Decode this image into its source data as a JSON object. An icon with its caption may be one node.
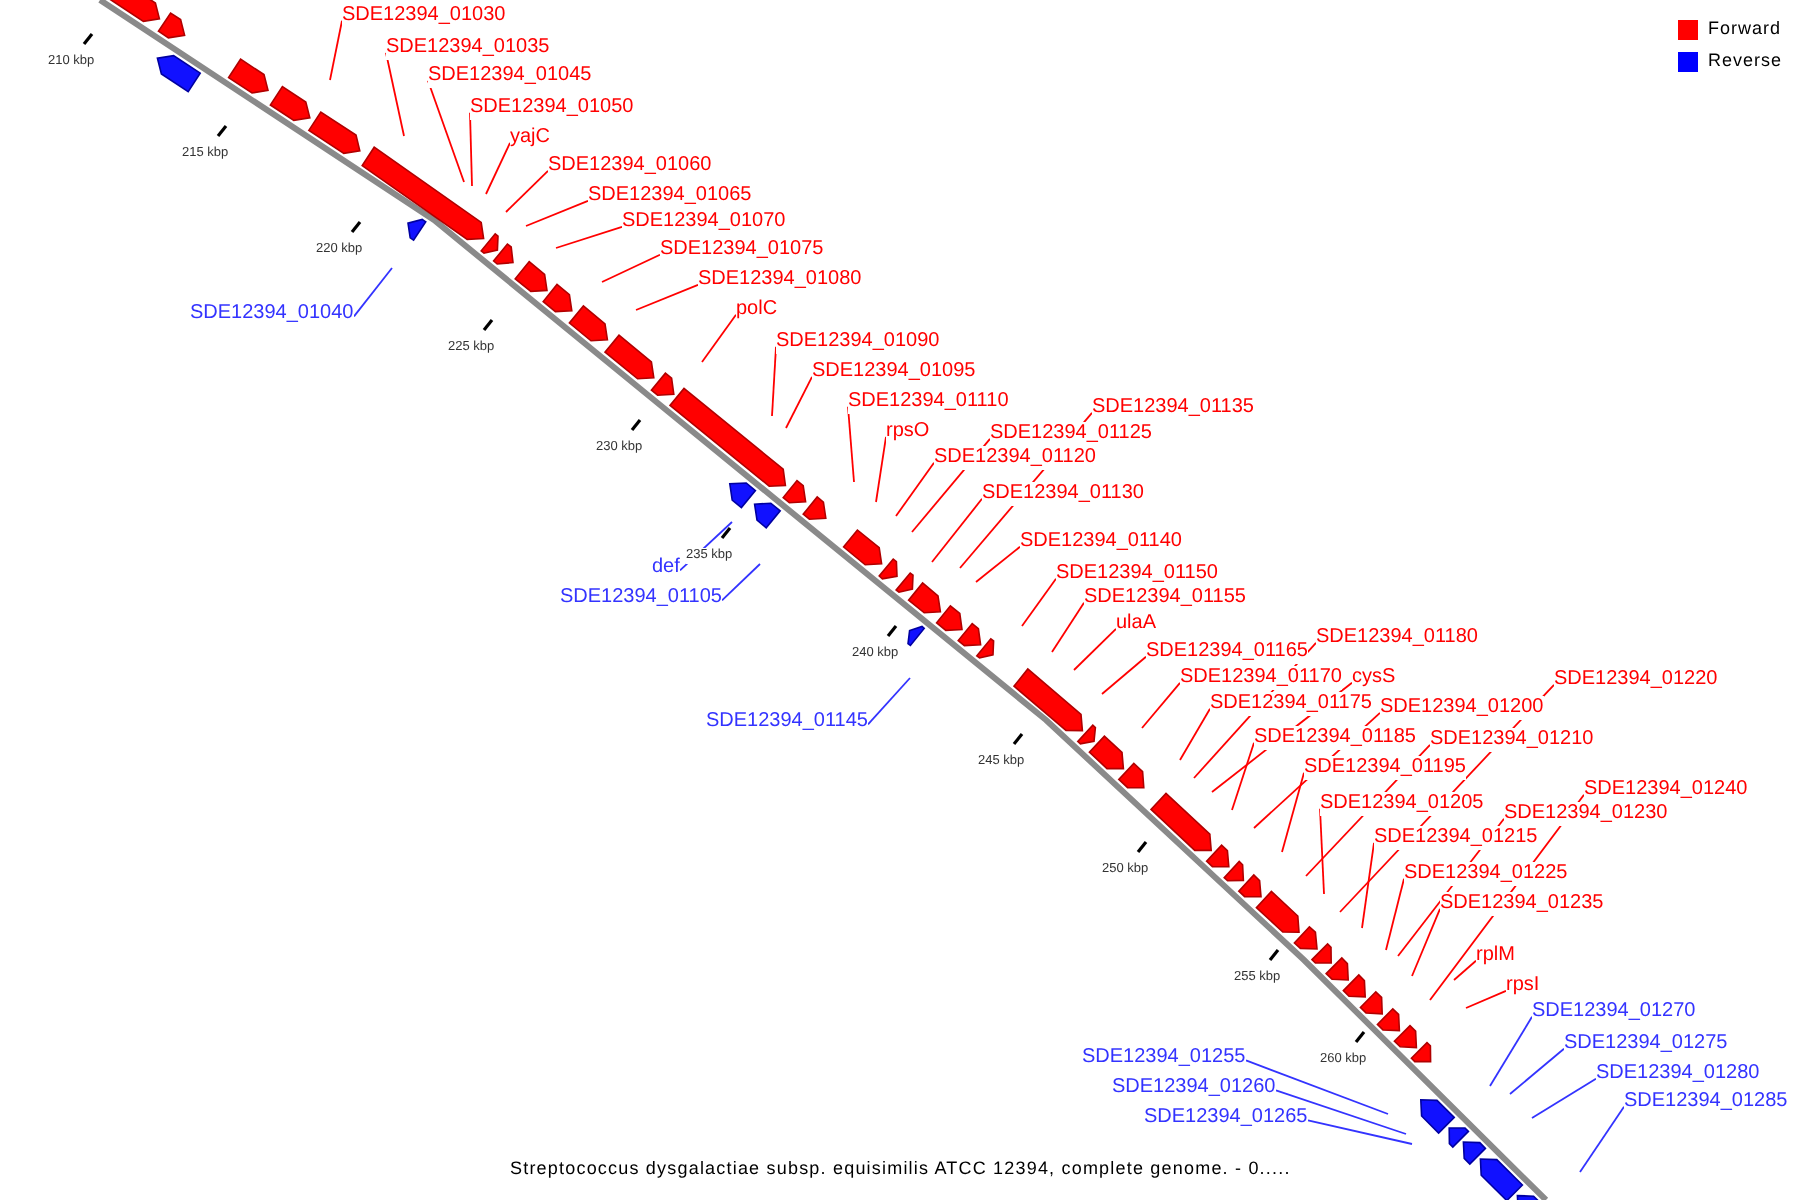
{
  "diagram": {
    "caption": "Streptococcus dysgalactiae subsp. equisimilis ATCC 12394, complete genome. - 0.....",
    "nodes": [
      {
        "text": [
          "SDE12394_01030"
        ]
      },
      {
        "text": [
          "SDE12394_01035"
        ]
      },
      {
        "text": [
          "SDE12394_01045"
        ]
      },
      {
        "text": [
          "SDE12394_01050"
        ]
      },
      {
        "text": [
          "yajC"
        ]
      },
      {
        "text": [
          "SDE12394_01060"
        ]
      },
      {
        "text": [
          "SDE12394_01065"
        ]
      },
      {
        "text": [
          "SDE12394_01070"
        ]
      },
      {
        "text": [
          "SDE12394_01075"
        ]
      },
      {
        "text": [
          "SDE12394_01080"
        ]
      },
      {
        "text": [
          "polC"
        ]
      },
      {
        "text": [
          "SDE12394_01040"
        ]
      },
      {
        "text": [
          "SDE12394_01090"
        ]
      },
      {
        "text": [
          "SDE12394_01095"
        ]
      },
      {
        "text": [
          "SDE12394_01110"
        ]
      },
      {
        "text": [
          "SDE12394_01135"
        ]
      },
      {
        "text": [
          "rpsO"
        ]
      },
      {
        "text": [
          "SDE12394_01125"
        ]
      },
      {
        "text": [
          "SDE12394_01120"
        ]
      },
      {
        "text": [
          "SDE12394_01130"
        ]
      },
      {
        "text": [
          "SDE12394_01140"
        ]
      },
      {
        "text": [
          "def"
        ]
      },
      {
        "text": [
          "SDE12394_01150"
        ]
      },
      {
        "text": [
          "SDE12394_01105"
        ]
      },
      {
        "text": [
          "SDE12394_01155"
        ]
      },
      {
        "text": [
          "ulaA"
        ]
      },
      {
        "text": [
          "SDE12394_01180"
        ]
      },
      {
        "text": [
          "SDE12394_01165"
        ]
      },
      {
        "text": [
          "SDE12394_01170"
        ]
      },
      {
        "text": [
          "cysS"
        ]
      },
      {
        "text": [
          "SDE12394_01220"
        ]
      },
      {
        "text": [
          "SDE12394_01200"
        ]
      },
      {
        "text": [
          "SDE12394_01175"
        ]
      },
      {
        "text": [
          "SDE12394_01145"
        ]
      },
      {
        "text": [
          "SDE12394_01210"
        ]
      },
      {
        "text": [
          "SDE12394_01185"
        ]
      },
      {
        "text": [
          "SDE12394_01195"
        ]
      },
      {
        "text": [
          "SDE12394_01240"
        ]
      },
      {
        "text": [
          "SDE12394_01205"
        ]
      },
      {
        "text": [
          "SDE12394_01230"
        ]
      },
      {
        "text": [
          "SDE12394_01215"
        ]
      },
      {
        "text": [
          "SDE12394_01225"
        ]
      },
      {
        "text": [
          "SDE12394_01235"
        ]
      },
      {
        "text": [
          "rplM"
        ]
      },
      {
        "text": [
          "rpsI"
        ]
      },
      {
        "text": [
          "SDE12394_01270"
        ]
      },
      {
        "text": [
          "SDE12394_01275"
        ]
      },
      {
        "text": [
          "SDE12394_01255"
        ]
      },
      {
        "text": [
          "SDE12394_01280"
        ]
      },
      {
        "text": [
          "SDE12394_01260"
        ]
      },
      {
        "text": [
          "SDE12394_01285"
        ]
      },
      {
        "text": [
          "SDE12394_01265"
        ]
      }
    ],
    "edges": [
      {
        "from": 0,
        "to": null,
        "arrow": "none"
      },
      {
        "from": 1,
        "to": null,
        "arrow": "none"
      },
      {
        "from": 2,
        "to": null,
        "arrow": "none"
      },
      {
        "from": 3,
        "to": null,
        "arrow": "none"
      },
      {
        "from": 4,
        "to": null,
        "arrow": "none"
      },
      {
        "from": 5,
        "to": null,
        "arrow": "none"
      },
      {
        "from": 6,
        "to": null,
        "arrow": "none"
      },
      {
        "from": 7,
        "to": null,
        "arrow": "none"
      },
      {
        "from": 8,
        "to": null,
        "arrow": "none"
      },
      {
        "from": 9,
        "to": null,
        "arrow": "none"
      },
      {
        "from": 10,
        "to": null,
        "arrow": "none"
      },
      {
        "from": 11,
        "to": null,
        "arrow": "none",
        "color": "#3333ff"
      },
      {
        "from": 12,
        "to": null,
        "arrow": "none"
      },
      {
        "from": 13,
        "to": null,
        "arrow": "none"
      },
      {
        "from": 14,
        "to": null,
        "arrow": "none"
      },
      {
        "from": 15,
        "to": null,
        "arrow": "none"
      },
      {
        "from": 16,
        "to": null,
        "arrow": "none"
      },
      {
        "from": 17,
        "to": null,
        "arrow": "none"
      },
      {
        "from": 18,
        "to": null,
        "arrow": "none"
      },
      {
        "from": 19,
        "to": null,
        "arrow": "none"
      },
      {
        "from": 20,
        "to": null,
        "arrow": "none"
      },
      {
        "from": 21,
        "to": null,
        "arrow": "none",
        "color": "#3333ff"
      },
      {
        "from": 22,
        "to": null,
        "arrow": "none"
      },
      {
        "from": 23,
        "to": null,
        "arrow": "none",
        "color": "#3333ff"
      },
      {
        "from": 24,
        "to": null,
        "arrow": "none"
      },
      {
        "from": 25,
        "to": null,
        "arrow": "none"
      },
      {
        "from": 26,
        "to": null,
        "arrow": "none"
      },
      {
        "from": 27,
        "to": null,
        "arrow": "none"
      },
      {
        "from": 28,
        "to": null,
        "arrow": "none"
      },
      {
        "from": 29,
        "to": null,
        "arrow": "none"
      },
      {
        "from": 30,
        "to": null,
        "arrow": "none"
      },
      {
        "from": 31,
        "to": null,
        "arrow": "none"
      },
      {
        "from": 32,
        "to": null,
        "arrow": "none"
      },
      {
        "from": 33,
        "to": null,
        "arrow": "none",
        "color": "#3333ff"
      },
      {
        "from": 34,
        "to": null,
        "arrow": "none"
      },
      {
        "from": 35,
        "to": null,
        "arrow": "none"
      },
      {
        "from": 36,
        "to": null,
        "arrow": "none"
      },
      {
        "from": 37,
        "to": null,
        "arrow": "none"
      },
      {
        "from": 38,
        "to": null,
        "arrow": "none"
      },
      {
        "from": 39,
        "to": null,
        "arrow": "none"
      },
      {
        "from": 40,
        "to": null,
        "arrow": "none"
      },
      {
        "from": 41,
        "to": null,
        "arrow": "none"
      },
      {
        "from": 42,
        "to": null,
        "arrow": "none"
      },
      {
        "from": 43,
        "to": null,
        "arrow": "none"
      },
      {
        "from": 44,
        "to": null,
        "arrow": "none"
      },
      {
        "from": 45,
        "to": null,
        "arrow": "none",
        "color": "#3333ff"
      },
      {
        "from": 46,
        "to": null,
        "arrow": "none",
        "color": "#3333ff"
      },
      {
        "from": 47,
        "to": null,
        "arrow": "none",
        "color": "#3333ff"
      },
      {
        "from": 48,
        "to": null,
        "arrow": "none",
        "color": "#3333ff"
      },
      {
        "from": 49,
        "to": null,
        "arrow": "none",
        "color": "#3333ff"
      },
      {
        "from": 50,
        "to": null,
        "arrow": "none",
        "color": "#3333ff"
      },
      {
        "from": 51,
        "to": null,
        "arrow": "none",
        "color": "#3333ff"
      }
    ],
    "labels": [
      "210 kbp",
      "215 kbp",
      "220 kbp",
      "225 kbp",
      "230 kbp",
      "235 kbp",
      "240 kbp",
      "245 kbp",
      "250 kbp",
      "255 kbp",
      "260 kbp"
    ],
    "legend": [
      {
        "text": "Forward",
        "color": "#ff0000"
      },
      {
        "text": "Reverse",
        "color": "#0000ff"
      }
    ]
  }
}
